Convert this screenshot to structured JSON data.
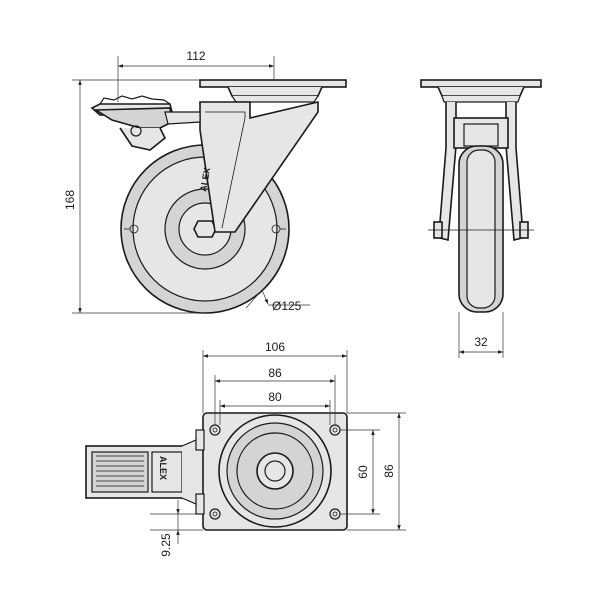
{
  "drawing": {
    "dimensions": {
      "top_width": "112",
      "height": "168",
      "wheel_diameter": "Ø125",
      "wheel_width": "32",
      "plate_width": "106",
      "hole_spacing_outer": "86",
      "hole_spacing_inner": "80",
      "plate_height": "86",
      "hole_spacing_vertical": "60",
      "offset": "9.25"
    },
    "brand_text": "ALEX",
    "colors": {
      "line": "#1a1a1a",
      "fill_gray": "#d4d4d4",
      "fill_light": "#e6e6e6"
    }
  }
}
